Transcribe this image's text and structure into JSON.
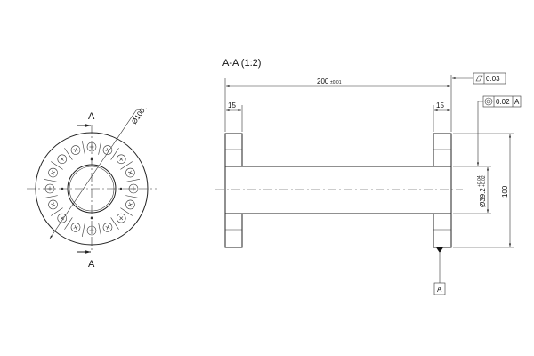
{
  "front_view": {
    "section_label_top": "A",
    "section_label_bottom": "A",
    "outer_diameter": "Ø100",
    "bolt_hole_count": 16
  },
  "section_view": {
    "title": "A-A (1:2)",
    "length_dim": "200",
    "length_tol": "±0.01",
    "flange_left_width": "15",
    "flange_right_width": "15",
    "flange_height": "100",
    "bore_dim": "Ø39.2",
    "bore_tol_upper": "+0.04",
    "bore_tol_lower": "+0.02",
    "flatness_value": "0.03",
    "concentricity_value": "0.02",
    "concentricity_datum": "A",
    "datum_label": "A"
  }
}
